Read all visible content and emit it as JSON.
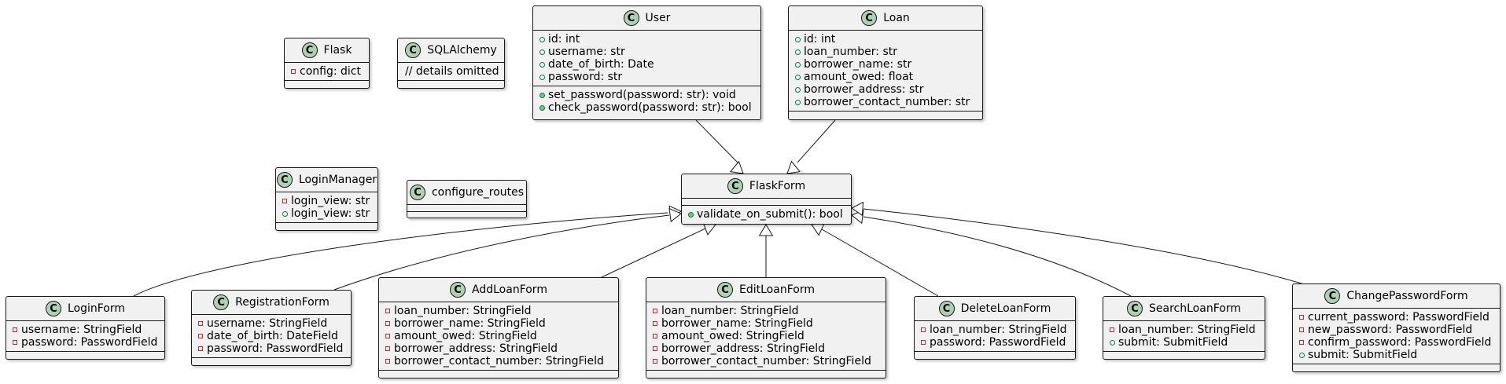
{
  "classes": {
    "flask": {
      "name": "Flask",
      "fields": [
        {
          "vis": "private",
          "text": "config: dict"
        }
      ],
      "methods": []
    },
    "sqlalchemy": {
      "name": "SQLAlchemy",
      "fields": [
        {
          "vis": "none",
          "text": "// details omitted"
        }
      ],
      "methods": []
    },
    "user": {
      "name": "User",
      "fields": [
        {
          "vis": "public",
          "text": "id: int"
        },
        {
          "vis": "public",
          "text": "username: str"
        },
        {
          "vis": "public",
          "text": "date_of_birth: Date"
        },
        {
          "vis": "public",
          "text": "password: str"
        }
      ],
      "methods": [
        {
          "vis": "public",
          "text": "set_password(password: str): void"
        },
        {
          "vis": "public",
          "text": "check_password(password: str): bool"
        }
      ]
    },
    "loan": {
      "name": "Loan",
      "fields": [
        {
          "vis": "public",
          "text": "id: int"
        },
        {
          "vis": "public",
          "text": "loan_number: str"
        },
        {
          "vis": "public",
          "text": "borrower_name: str"
        },
        {
          "vis": "public",
          "text": "amount_owed: float"
        },
        {
          "vis": "public",
          "text": "borrower_address: str"
        },
        {
          "vis": "public",
          "text": "borrower_contact_number: str"
        }
      ],
      "methods": []
    },
    "loginmanager": {
      "name": "LoginManager",
      "fields": [
        {
          "vis": "private",
          "text": "login_view: str"
        },
        {
          "vis": "public",
          "text": "login_view: str"
        }
      ],
      "methods": []
    },
    "configure_routes": {
      "name": "configure_routes",
      "fields": [],
      "methods": []
    },
    "flaskform": {
      "name": "FlaskForm",
      "fields": [],
      "methods": [
        {
          "vis": "public",
          "text": "validate_on_submit(): bool"
        }
      ]
    },
    "loginform": {
      "name": "LoginForm",
      "fields": [
        {
          "vis": "private",
          "text": "username: StringField"
        },
        {
          "vis": "private",
          "text": "password: PasswordField"
        }
      ],
      "methods": []
    },
    "registrationform": {
      "name": "RegistrationForm",
      "fields": [
        {
          "vis": "private",
          "text": "username: StringField"
        },
        {
          "vis": "private",
          "text": "date_of_birth: DateField"
        },
        {
          "vis": "private",
          "text": "password: PasswordField"
        }
      ],
      "methods": []
    },
    "addloanform": {
      "name": "AddLoanForm",
      "fields": [
        {
          "vis": "private",
          "text": "loan_number: StringField"
        },
        {
          "vis": "private",
          "text": "borrower_name: StringField"
        },
        {
          "vis": "private",
          "text": "amount_owed: StringField"
        },
        {
          "vis": "private",
          "text": "borrower_address: StringField"
        },
        {
          "vis": "private",
          "text": "borrower_contact_number: StringField"
        }
      ],
      "methods": []
    },
    "editloanform": {
      "name": "EditLoanForm",
      "fields": [
        {
          "vis": "private",
          "text": "loan_number: StringField"
        },
        {
          "vis": "private",
          "text": "borrower_name: StringField"
        },
        {
          "vis": "private",
          "text": "amount_owed: StringField"
        },
        {
          "vis": "private",
          "text": "borrower_address: StringField"
        },
        {
          "vis": "private",
          "text": "borrower_contact_number: StringField"
        }
      ],
      "methods": []
    },
    "deleteloanform": {
      "name": "DeleteLoanForm",
      "fields": [
        {
          "vis": "private",
          "text": "loan_number: StringField"
        },
        {
          "vis": "private",
          "text": "password: PasswordField"
        }
      ],
      "methods": []
    },
    "searchloanform": {
      "name": "SearchLoanForm",
      "fields": [
        {
          "vis": "private",
          "text": "loan_number: StringField"
        },
        {
          "vis": "public",
          "text": "submit: SubmitField"
        }
      ],
      "methods": []
    },
    "changepasswordform": {
      "name": "ChangePasswordForm",
      "fields": [
        {
          "vis": "private",
          "text": "current_password: PasswordField"
        },
        {
          "vis": "private",
          "text": "new_password: PasswordField"
        },
        {
          "vis": "private",
          "text": "confirm_password: PasswordField"
        },
        {
          "vis": "public",
          "text": "submit: SubmitField"
        }
      ],
      "methods": []
    }
  },
  "class_stereotype_letter": "C",
  "colors": {
    "class_bg": "#f1f1f1",
    "class_border": "#181818",
    "circle_fill": "#add1b2",
    "private_marker": "#c82930",
    "public_marker": "#038048",
    "method_fill": "#84be84"
  },
  "inheritance": [
    {
      "child": "user",
      "parent": "flaskform"
    },
    {
      "child": "loan",
      "parent": "flaskform"
    },
    {
      "child": "loginform",
      "parent": "flaskform"
    },
    {
      "child": "registrationform",
      "parent": "flaskform"
    },
    {
      "child": "addloanform",
      "parent": "flaskform"
    },
    {
      "child": "editloanform",
      "parent": "flaskform"
    },
    {
      "child": "deleteloanform",
      "parent": "flaskform"
    },
    {
      "child": "searchloanform",
      "parent": "flaskform"
    },
    {
      "child": "changepasswordform",
      "parent": "flaskform"
    }
  ]
}
